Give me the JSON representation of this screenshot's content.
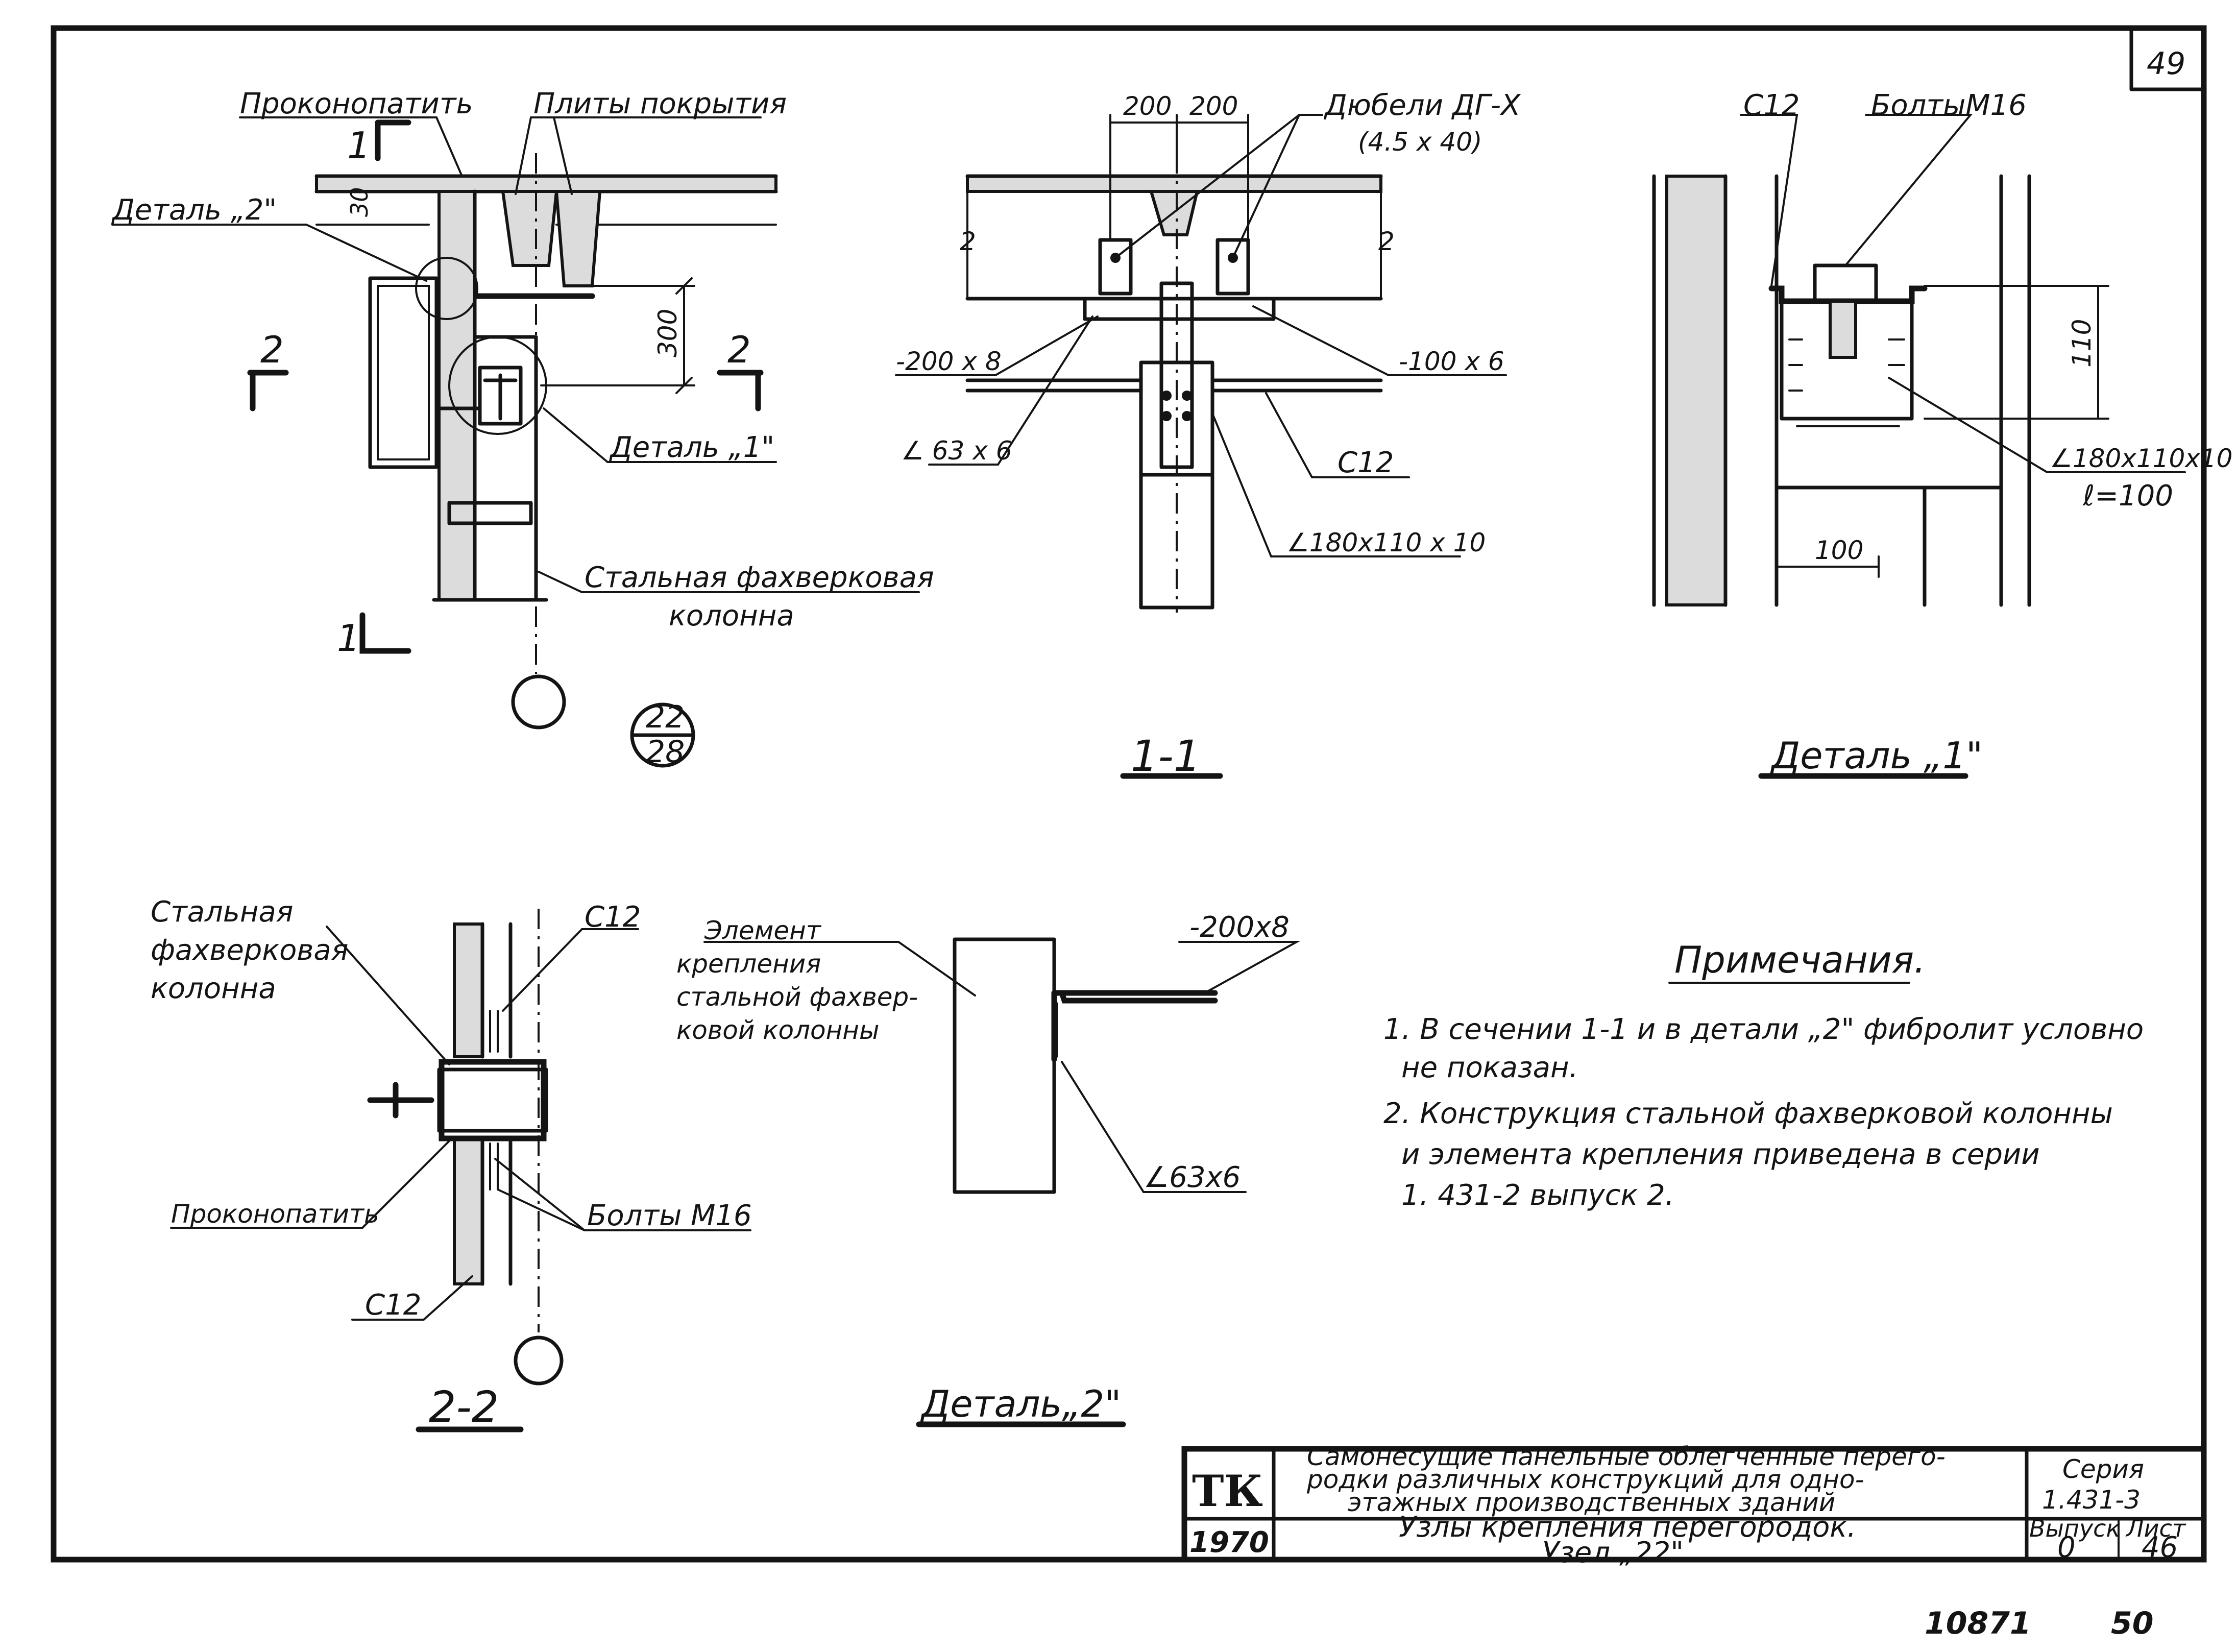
{
  "page_number": "49",
  "drawing_number": "10871",
  "sheet_mark": "50",
  "view_main": {
    "caulk_label": "Проконопатить",
    "slabs_label": "Плиты покрытия",
    "detail2_ref": "Деталь „2\"",
    "detail1_ref": "Деталь „1\"",
    "column_label_1": "Стальная фахверковая",
    "column_label_2": "колонна",
    "cut_1_top": "1",
    "cut_1_bottom": "1",
    "cut_2_left": "2",
    "cut_2_right": "2",
    "dim_30": "30",
    "dim_300": "300",
    "node_top": "22",
    "node_bottom": "28"
  },
  "section_1_1": {
    "title": "1-1",
    "dim_left": "200",
    "dim_right": "200",
    "dowels_label": "Дюбели ДГ-X",
    "dowels_size": "(4.5 x 40)",
    "plate_200x8": "-200 x 8",
    "plate_100x6": "-100 x 6",
    "angle_63x6": "∠ 63 x 6",
    "channel": "Ⅽ12",
    "angle_180": "∠180x110 x 10",
    "break_left": "2",
    "break_right": "2"
  },
  "detail_1": {
    "title": "Деталь „1\"",
    "channel": "Ⅽ12",
    "bolts": "БолтыM16",
    "dim_110": "110",
    "dim_100": "100",
    "angle": "∠180x110x10",
    "length": "ℓ=100"
  },
  "section_2_2": {
    "title": "2-2",
    "column_1": "Стальная",
    "column_2": "фахверковая",
    "column_3": "колонна",
    "channel_top": "Ⅽ12",
    "channel_bottom": "Ⅽ12",
    "caulk": "Проконопатить",
    "bolts": "Болты M16"
  },
  "detail_2": {
    "title": "Деталь„2\"",
    "element_1": "Элемент",
    "element_2": "крепления",
    "element_3": "стальной фахвер-",
    "element_4": "ковой колонны",
    "plate": "-200x8",
    "angle": "∠63x6"
  },
  "notes": {
    "heading": "Примечания.",
    "note1_line1": "1. В сечении 1-1 и в детали „2\" фибролит условно",
    "note1_line2": "не показан.",
    "note2_line1": "2. Конструкция стальной фахверковой колонны",
    "note2_line2": "и элемента крепления приведена в серии",
    "note2_line3": "1. 431-2 выпуск 2."
  },
  "title_block": {
    "logo": "ТК",
    "title_line1": "Самонесущие панельные облегченные перего-",
    "title_line2": "родки различных конструкций для одно-",
    "title_line3": "этажных производственных зданий",
    "year": "1970",
    "sheet_title_1": "Узлы крепления перегородок.",
    "sheet_title_2": "Узел „22\"",
    "series_label": "Серия",
    "series_value": "1.431-3",
    "issue_label": "Выпуск",
    "issue_value": "0",
    "sheet_label": "Лист",
    "sheet_value": "46"
  }
}
